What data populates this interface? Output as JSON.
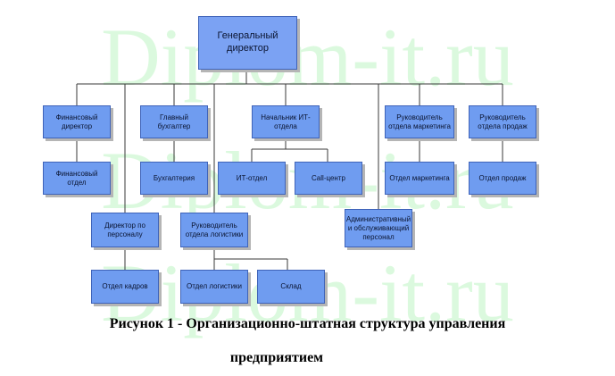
{
  "watermark": "Diplom-it.ru",
  "boxes": {
    "general_director": "Генеральный директор",
    "financial_director": "Финансовый директор",
    "chief_accountant": "Главный бухгалтер",
    "it_head": "Начальник ИТ-отдела",
    "marketing_head": "Руководитель отдела маркетинга",
    "sales_head": "Руководитель отдела продаж",
    "financial_dept": "Финансовый отдел",
    "accounting": "Бухгалтерия",
    "it_dept": "ИТ-отдел",
    "call_center": "Call-центр",
    "marketing_dept": "Отдел маркетинга",
    "sales_dept": "Отдел продаж",
    "hr_director": "Директор по персоналу",
    "logistics_head": "Руководитель отдела логистики",
    "admin_staff": "Административный и обслуживающий персонал",
    "hr_dept": "Отдел кадров",
    "logistics_dept": "Отдел логистики",
    "warehouse": "Склад"
  },
  "caption": {
    "line1": "Рисунок 1 - Организационно-штатная структура управления",
    "line2": "предприятием"
  },
  "colors": {
    "box_fill": "#6f9cf0",
    "box_border": "#3f63b8",
    "watermark": "#bff5c4"
  }
}
